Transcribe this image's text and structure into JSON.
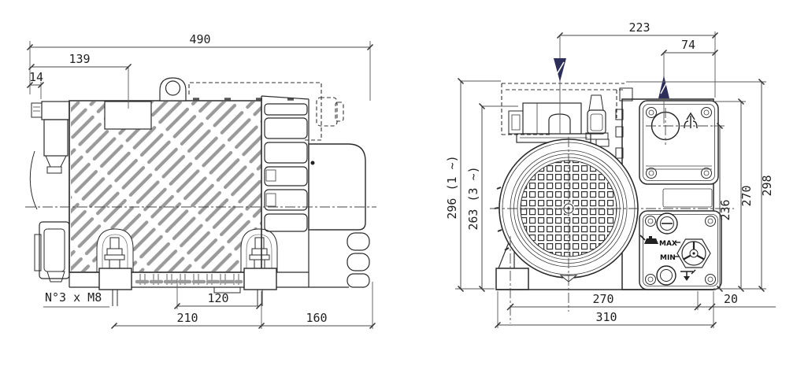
{
  "drawing": {
    "type": "technical-dimension-drawing",
    "subject": "rotary-vane-vacuum-pump-two-views",
    "colors": {
      "line": "#2b2b2b",
      "hatch": "#9a9a9a",
      "dimension": "#4a4a4a",
      "flow_arrow": "#2d2f5a",
      "background": "#ffffff"
    },
    "left_view": {
      "name": "side-view",
      "dims": {
        "d490": "490",
        "d139": "139",
        "d14": "14",
        "d120": "120",
        "d210": "210",
        "d160": "160",
        "note": "N°3 x M8"
      }
    },
    "right_view": {
      "name": "front-view",
      "dims": {
        "d223": "223",
        "d74": "74",
        "d296": "296 (1 ~)",
        "d263": "263 (3 ~)",
        "d298": "298",
        "d270v": "270",
        "d236": "236",
        "d270b": "270",
        "d20": "20",
        "d310": "310"
      },
      "labels": {
        "max": "MAX",
        "min": "MIN"
      },
      "icons": [
        "inlet-flow-arrow-down",
        "outlet-flow-arrow-up",
        "exhaust-outlet-icon",
        "oil-fill-icon",
        "oil-drain-icon",
        "oil-sight-glass"
      ]
    }
  }
}
